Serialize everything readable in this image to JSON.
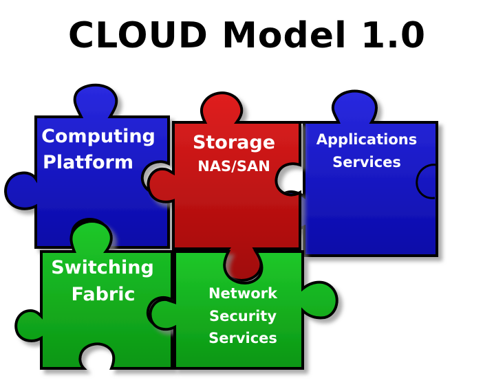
{
  "title": "CLOUD Model 1.0",
  "pieces": {
    "computing": {
      "line1": "Computing",
      "line2": "Platform",
      "color": "#1010c8"
    },
    "storage": {
      "line1": "Storage",
      "line2": "NAS/SAN",
      "color": "#c81010"
    },
    "applications": {
      "line1": "Applications",
      "line2": "Services",
      "color": "#1010c8"
    },
    "switching": {
      "line1": "Switching",
      "line2": "Fabric",
      "color": "#10b41c"
    },
    "network": {
      "line1": "Network",
      "line2": "Security",
      "line3": "Services",
      "color": "#10b41c"
    }
  }
}
